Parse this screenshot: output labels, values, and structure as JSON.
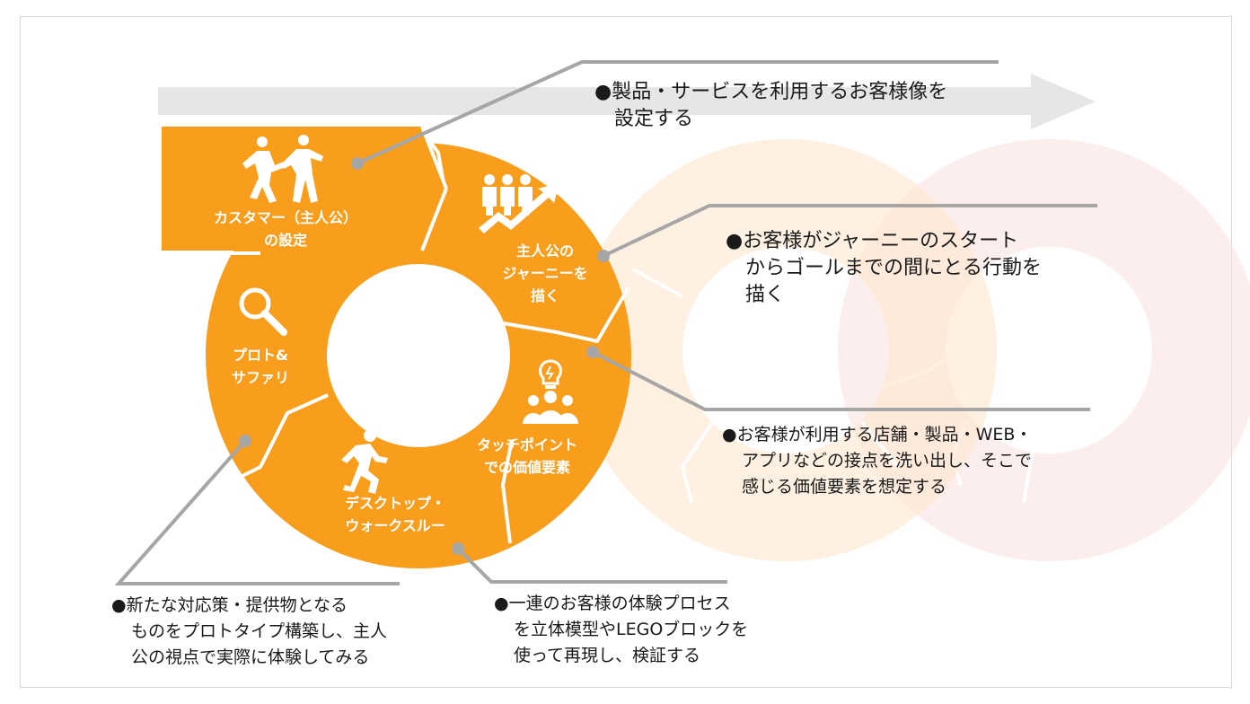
{
  "colors": {
    "orange": "#f99d1c",
    "ghost_orange": "#fde7cf",
    "ghost_pink": "#fbe0e0",
    "arrow_gray": "#e6e6e6",
    "leader_gray": "#a6a6a6",
    "text": "#1a1a1a"
  },
  "segments": {
    "customer": {
      "label_lines": [
        "カスタマー（主人公）",
        "の設定"
      ],
      "icon": "people-running-icon"
    },
    "journey": {
      "label_lines": [
        "主人公の",
        "ジャーニーを",
        "描く"
      ],
      "icon": "people-growth-arrow-icon"
    },
    "touchpoint": {
      "label_lines": [
        "タッチポイント",
        "での価値要素"
      ],
      "icon": "lightbulb-team-icon"
    },
    "desktop": {
      "label_lines": [
        "デスクトップ・",
        "ウォークスルー"
      ],
      "icon": "running-person-icon"
    },
    "prototype": {
      "label_lines": [
        "プロト&",
        "サファリ"
      ],
      "icon": "magnifier-icon"
    }
  },
  "notes": {
    "customer": {
      "bullet": "●",
      "lines": [
        "製品・サービスを利用するお客様像を",
        "設定する"
      ]
    },
    "journey": {
      "bullet": "●",
      "lines": [
        "お客様がジャーニーのスタート",
        "からゴールまでの間にとる行動を",
        "描く"
      ]
    },
    "touchpoint": {
      "bullet": "●",
      "lines": [
        "お客様が利用する店舗・製品・WEB・",
        "アプリなどの接点を洗い出し、そこで",
        "感じる価値要素を想定する"
      ]
    },
    "desktop": {
      "bullet": "●",
      "lines": [
        "一連のお客様の体験プロセス",
        "を立体模型やLEGOブロックを",
        "使って再現し、検証する"
      ]
    },
    "prototype": {
      "bullet": "●",
      "lines": [
        "新たな対応策・提供物となる",
        "ものをプロトタイプ構築し、主人",
        "公の視点で実際に体験してみる"
      ]
    }
  }
}
